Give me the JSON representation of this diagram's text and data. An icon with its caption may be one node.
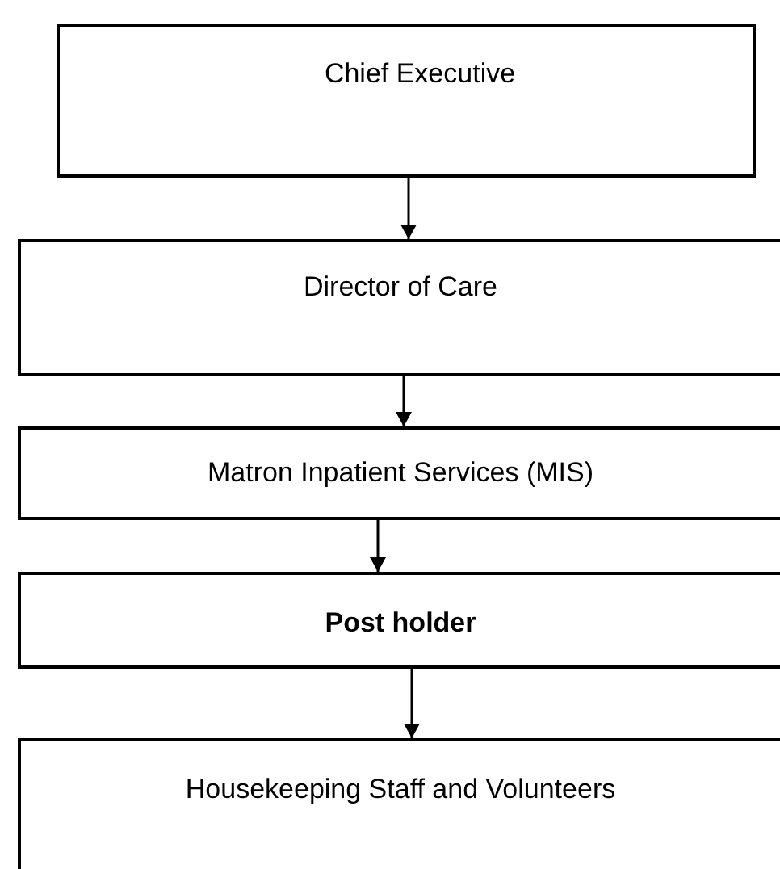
{
  "diagram": {
    "nodes": [
      {
        "text": [
          "Chief Executive"
        ]
      },
      {
        "text": [
          "Director of Care"
        ]
      },
      {
        "text": [
          "Matron Inpatient Services (MIS)"
        ]
      },
      {
        "text": [
          "Post holder"
        ]
      },
      {
        "text": [
          "Housekeeping Staff and Volunteers"
        ]
      }
    ],
    "edges": [
      {
        "from": 0,
        "to": 1,
        "arrow": "to"
      },
      {
        "from": 1,
        "to": 2,
        "arrow": "to"
      },
      {
        "from": 2,
        "to": 3,
        "arrow": "to"
      },
      {
        "from": 3,
        "to": 4,
        "arrow": "to"
      }
    ]
  }
}
